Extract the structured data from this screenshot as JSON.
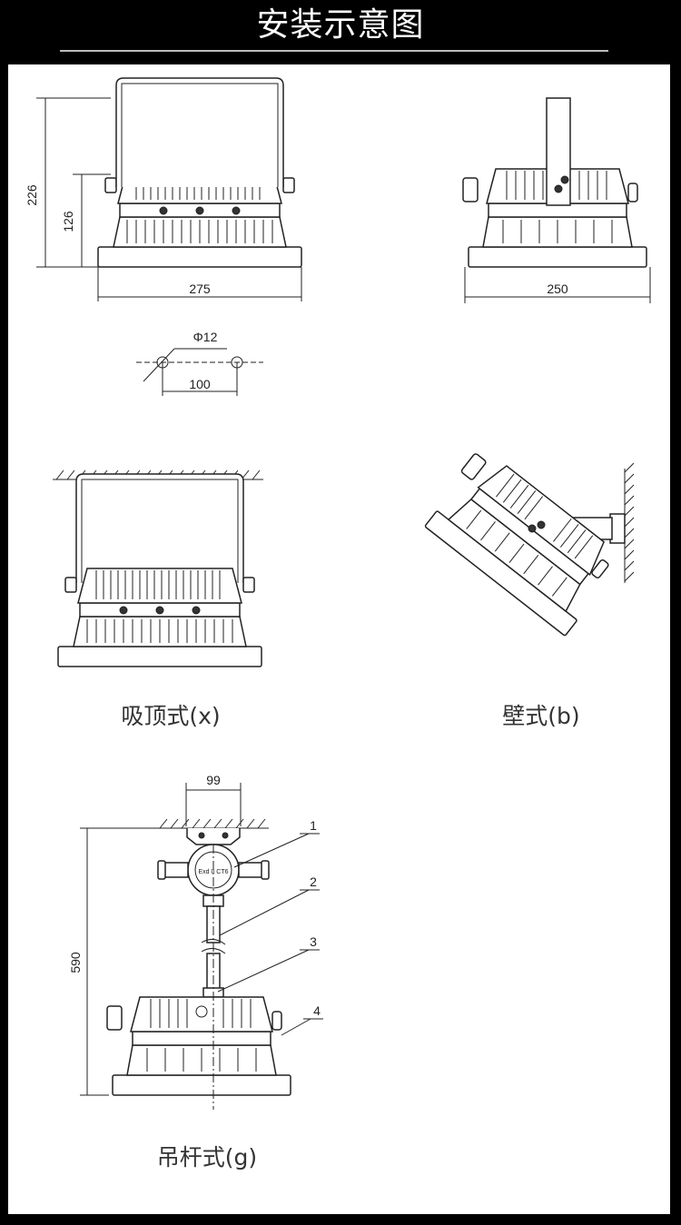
{
  "title": "安装示意图",
  "dimensions": {
    "height_total": "226",
    "height_body": "126",
    "width_front": "275",
    "width_side": "250",
    "hole_dia": "Φ12",
    "hole_spacing": "100",
    "pendant_width": "99",
    "pendant_height": "590"
  },
  "captions": {
    "ceiling": "吸顶式(x)",
    "wall": "壁式(b)",
    "pendant": "吊杆式(g)"
  },
  "callouts": [
    "1",
    "2",
    "3",
    "4"
  ],
  "box_label": "Exd II CT6"
}
